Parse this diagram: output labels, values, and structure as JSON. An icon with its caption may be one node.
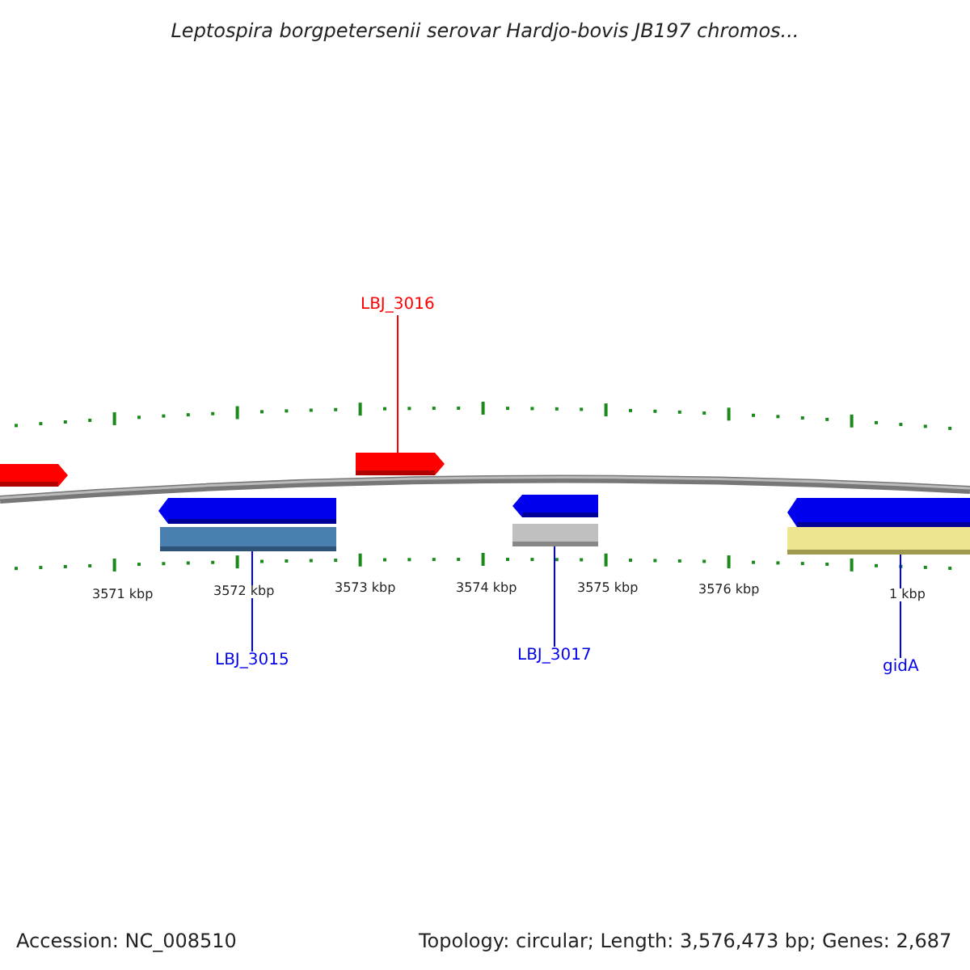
{
  "diagram": {
    "title": "Leptospira borgpetersenii serovar Hardjo-bovis JB197 chromos...",
    "nodes": [
      {
        "text": [],
        "shape": "arrow"
      },
      {
        "text": [],
        "shape": "arrow"
      },
      {
        "text": [],
        "shape": "arrow"
      },
      {
        "text": [],
        "shape": "bar"
      },
      {
        "text": [],
        "shape": "arrow"
      },
      {
        "text": [],
        "shape": "bar"
      },
      {
        "text": [],
        "shape": "arrow"
      },
      {
        "text": [],
        "shape": "bar"
      },
      {
        "text": [
          "LBJ_3016"
        ]
      },
      {
        "text": [
          "LBJ_3015"
        ]
      },
      {
        "text": [
          "LBJ_3017"
        ]
      },
      {
        "text": [
          "gidA"
        ]
      }
    ],
    "edges": [
      {
        "from": 8,
        "to": 1,
        "arrow": "none",
        "color": "#ff0000"
      },
      {
        "from": 9,
        "to": 3,
        "arrow": "none"
      },
      {
        "from": 10,
        "to": 5,
        "arrow": "none"
      },
      {
        "from": 11,
        "to": 7,
        "arrow": "none"
      }
    ],
    "labels": [
      "3571 kbp",
      "3572 kbp",
      "3573 kbp",
      "3574 kbp",
      "3575 kbp",
      "3576 kbp",
      "1 kbp",
      "Accession: NC_008510",
      "Topology: circular; Length: 3,576,473 bp; Genes: 2,687"
    ]
  }
}
